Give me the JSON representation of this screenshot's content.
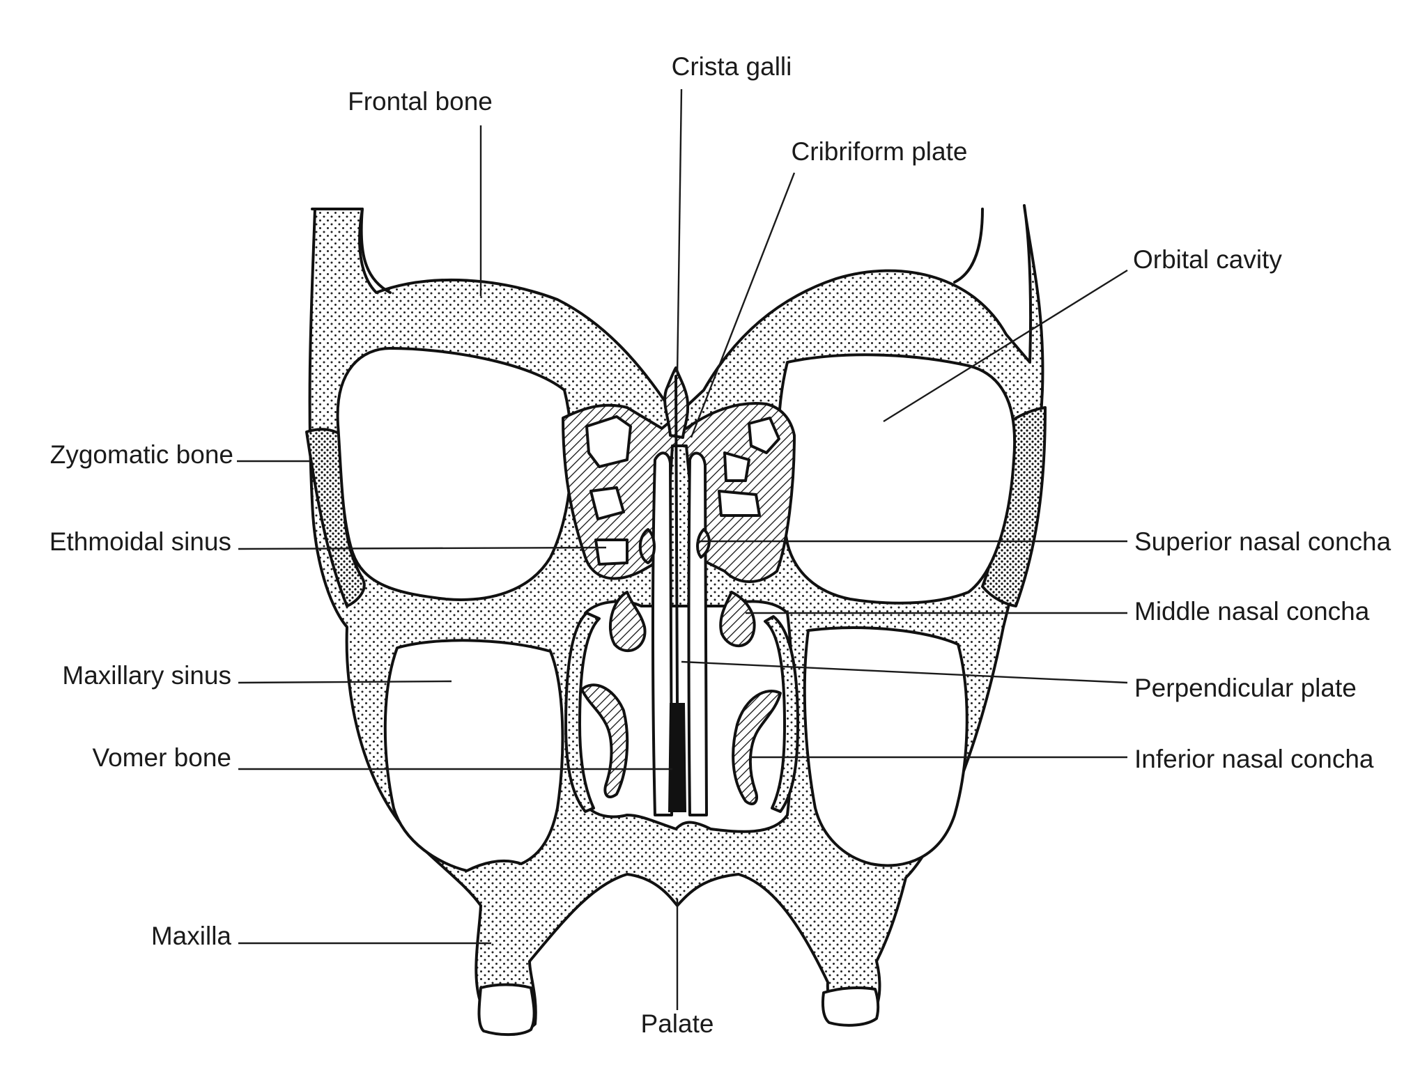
{
  "labels": {
    "crista_galli": "Crista galli",
    "frontal_bone": "Frontal bone",
    "cribriform_plate": "Cribriform plate",
    "orbital_cavity": "Orbital cavity",
    "zygomatic_bone": "Zygomatic bone",
    "ethmoidal_sinus": "Ethmoidal sinus",
    "superior_nasal_concha": "Superior nasal concha",
    "middle_nasal_concha": "Middle nasal concha",
    "maxillary_sinus": "Maxillary sinus",
    "perpendicular_plate": "Perpendicular plate",
    "vomer_bone": "Vomer bone",
    "inferior_nasal_concha": "Inferior nasal concha",
    "maxilla": "Maxilla",
    "palate": "Palate"
  },
  "colors": {
    "ink": "#111111",
    "background": "#ffffff"
  }
}
